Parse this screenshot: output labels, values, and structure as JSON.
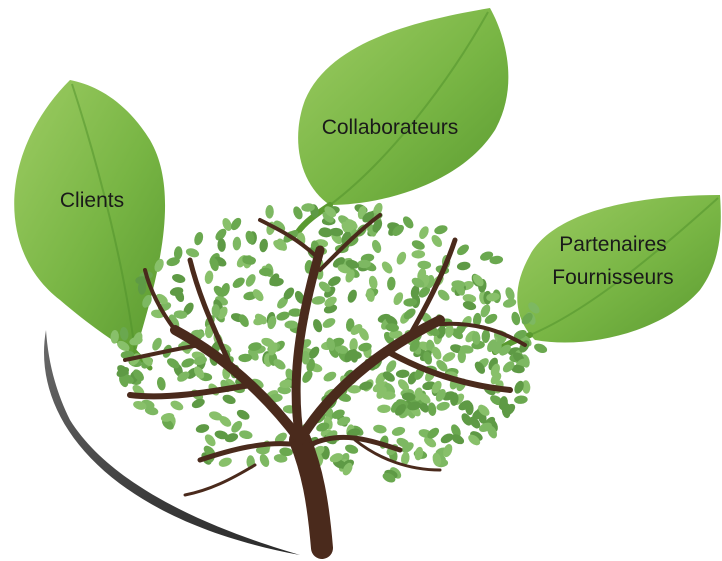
{
  "diagram": {
    "leaves": [
      {
        "id": "clients",
        "lines": [
          "Clients"
        ]
      },
      {
        "id": "collaborateurs",
        "lines": [
          "Collaborateurs"
        ]
      },
      {
        "id": "partenaires",
        "lines": [
          "Partenaires",
          "Fournisseurs"
        ]
      }
    ]
  },
  "colors": {
    "leaf_light": "#8cc152",
    "leaf_mid": "#6fae3c",
    "leaf_dark": "#4e8f2a",
    "trunk": "#4a2a1c",
    "foliage": "#6aa84f",
    "swoosh": "#3f3f3f",
    "background": "#ffffff"
  }
}
